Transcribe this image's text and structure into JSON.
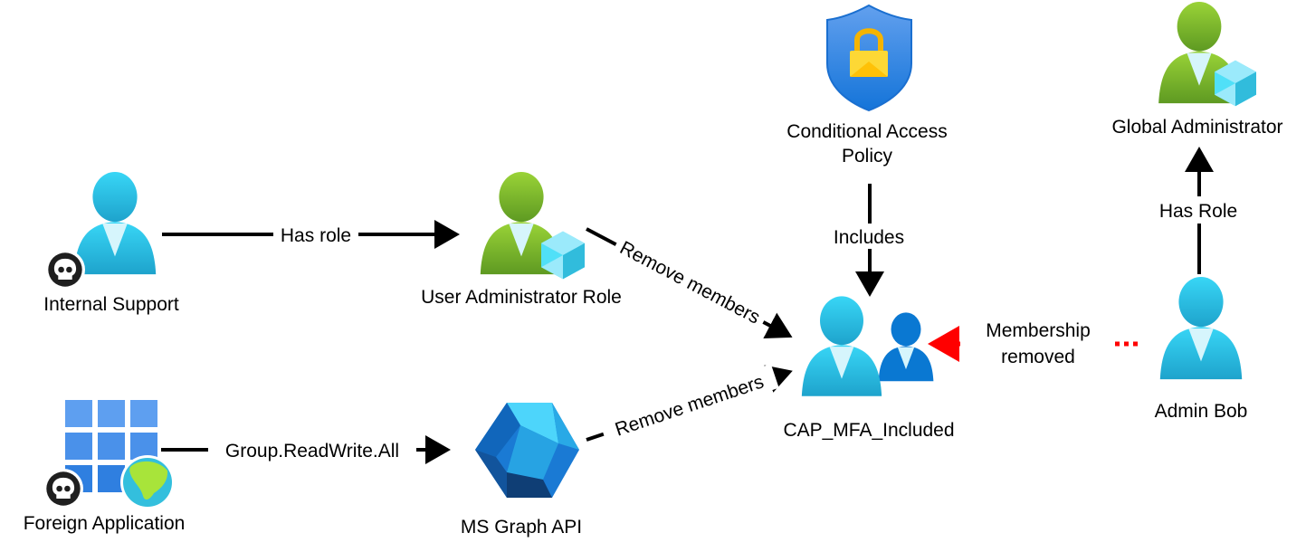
{
  "nodes": {
    "internal_support": {
      "label": "Internal Support",
      "icon": "user-skull-icon"
    },
    "user_admin_role": {
      "label": "User Administrator Role",
      "icon": "user-role-icon"
    },
    "foreign_app": {
      "label": "Foreign Application",
      "icon": "app-grid-globe-skull-icon"
    },
    "ms_graph": {
      "label": "MS Graph API",
      "icon": "graph-hexagon-icon"
    },
    "cap_policy": {
      "label_line1": "Conditional Access",
      "label_line2": "Policy",
      "icon": "shield-lock-icon"
    },
    "cap_group": {
      "label": "CAP_MFA_Included",
      "icon": "group-icon"
    },
    "global_admin": {
      "label": "Global Administrator",
      "icon": "user-role-icon"
    },
    "admin_bob": {
      "label": "Admin Bob",
      "icon": "user-icon"
    }
  },
  "edges": {
    "has_role": "Has role",
    "group_rw": "Group.ReadWrite.All",
    "remove_members_1": "Remove members",
    "remove_members_2": "Remove members",
    "includes": "Includes",
    "has_role_2": "Has Role",
    "membership_removed_line1": "Membership",
    "membership_removed_line2": "removed"
  },
  "colors": {
    "user": "#32c8ee",
    "role_user": "#86c23a",
    "edge": "#000000",
    "removed_edge": "#ff0000",
    "shield": "#3b8ee8",
    "lock": "#ffc400"
  }
}
